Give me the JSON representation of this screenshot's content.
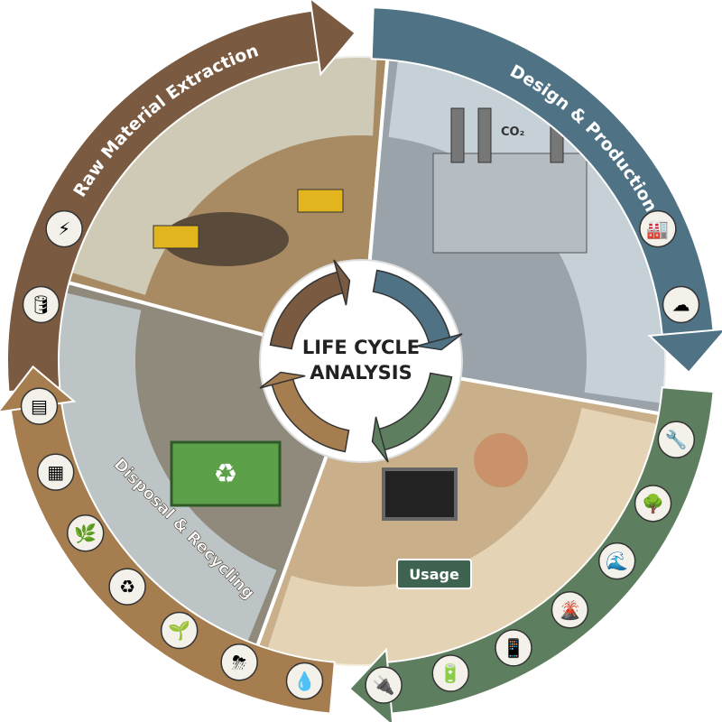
{
  "center": {
    "line1": "LIFE CYCLE",
    "line2": "ANALYSIS"
  },
  "stages": [
    {
      "label": "Raw Material Extraction",
      "color": "#7a5b42"
    },
    {
      "label": "Design & Production",
      "color": "#4f7385"
    },
    {
      "label": "Usage",
      "color": "#5e7f5f"
    },
    {
      "label": "Disposal & Recycling",
      "color": "#a57d4e"
    }
  ],
  "illustration_text": {
    "co2": "CO₂"
  },
  "icons": {
    "raw": [
      "lightning-icon",
      "oil-barrel-icon"
    ],
    "design": [
      "factory-emissions-icon",
      "smog-cloud-icon"
    ],
    "usage": [
      "broken-tools-icon",
      "dead-tree-icon",
      "flood-icon",
      "cracked-earth-icon",
      "phone-waste-icon",
      "battery-icon",
      "plug-icon"
    ],
    "disposal": [
      "water-drop-icon",
      "storm-cloud-icon",
      "sprout-icon",
      "recycle-icon",
      "seedling-icon",
      "solar-panel-icon",
      "compost-crate-icon"
    ]
  }
}
